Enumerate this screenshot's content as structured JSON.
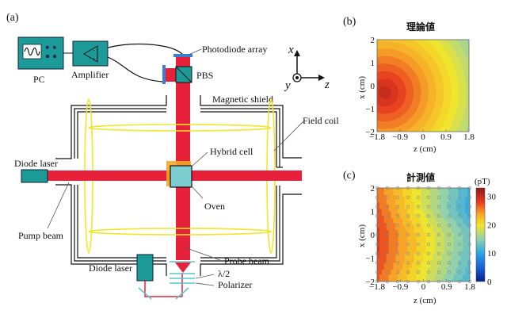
{
  "panel_a": {
    "label": "(a)",
    "components": {
      "pc": "PC",
      "amplifier": "Amplifier",
      "photodiode_array": "Photodiode array",
      "pbs": "PBS",
      "magnetic_shield": "Magnetic shield",
      "field_coil": "Field coil",
      "diode_laser_pump": "Diode laser",
      "hybrid_cell": "Hybrid cell",
      "oven": "Oven",
      "pump_beam": "Pump beam",
      "probe_beam": "Probe beam",
      "diode_laser_probe": "Diode laser",
      "half_wave_plate": "λ/2",
      "polarizer": "Polarizer"
    },
    "axes": {
      "x": "x",
      "y": "y",
      "z": "z"
    },
    "colors": {
      "teal": "#1b9a97",
      "beam_red": "#e8213a",
      "coil_yellow": "#f0e62a",
      "oven_orange": "#f5a623",
      "cell_cyan": "#7ccdd0",
      "pd_blue": "#3a7fd5",
      "optic_cyan": "#55c5cc"
    }
  },
  "chart_data": [
    {
      "type": "heatmap",
      "panel_label": "(b)",
      "title": "理論値",
      "xlabel": "z (cm)",
      "ylabel": "x (cm)",
      "xlim": [
        -1.8,
        1.8
      ],
      "ylim": [
        -2,
        2
      ],
      "xticks": [
        "-1.8",
        "-0.9",
        "0",
        "0.9",
        "1.8"
      ],
      "yticks": [
        "-2",
        "-1",
        "0",
        "1",
        "2"
      ],
      "description": "Concentric contours centered near z=-1.5, x=-0.3; peak ~30 pT decreasing to ~10 pT at right corners",
      "peak": {
        "z": -1.5,
        "x": -0.3,
        "value": 30
      },
      "colormap": "jet",
      "clim": [
        0,
        33
      ]
    },
    {
      "type": "heatmap",
      "panel_label": "(c)",
      "title": "計測値",
      "xlabel": "z (cm)",
      "ylabel": "x (cm)",
      "xlim": [
        -1.8,
        1.8
      ],
      "ylim": [
        -2,
        2
      ],
      "xticks": [
        "-1.8",
        "-0.9",
        "0",
        "0.9",
        "1.8"
      ],
      "yticks": [
        "-2",
        "-1",
        "0",
        "1",
        "2"
      ],
      "measurement_grid": {
        "z_count": 10,
        "x_count": 11
      },
      "colorbar": {
        "unit": "(pT)",
        "ticks": [
          "0",
          "10",
          "20",
          "30"
        ],
        "range": [
          0,
          33
        ]
      },
      "description": "Measured field: ~27 pT at left (z=-1.8, x=-0.3), ~12 pT at right (z=1.8, x=1)",
      "colormap": "jet"
    }
  ]
}
